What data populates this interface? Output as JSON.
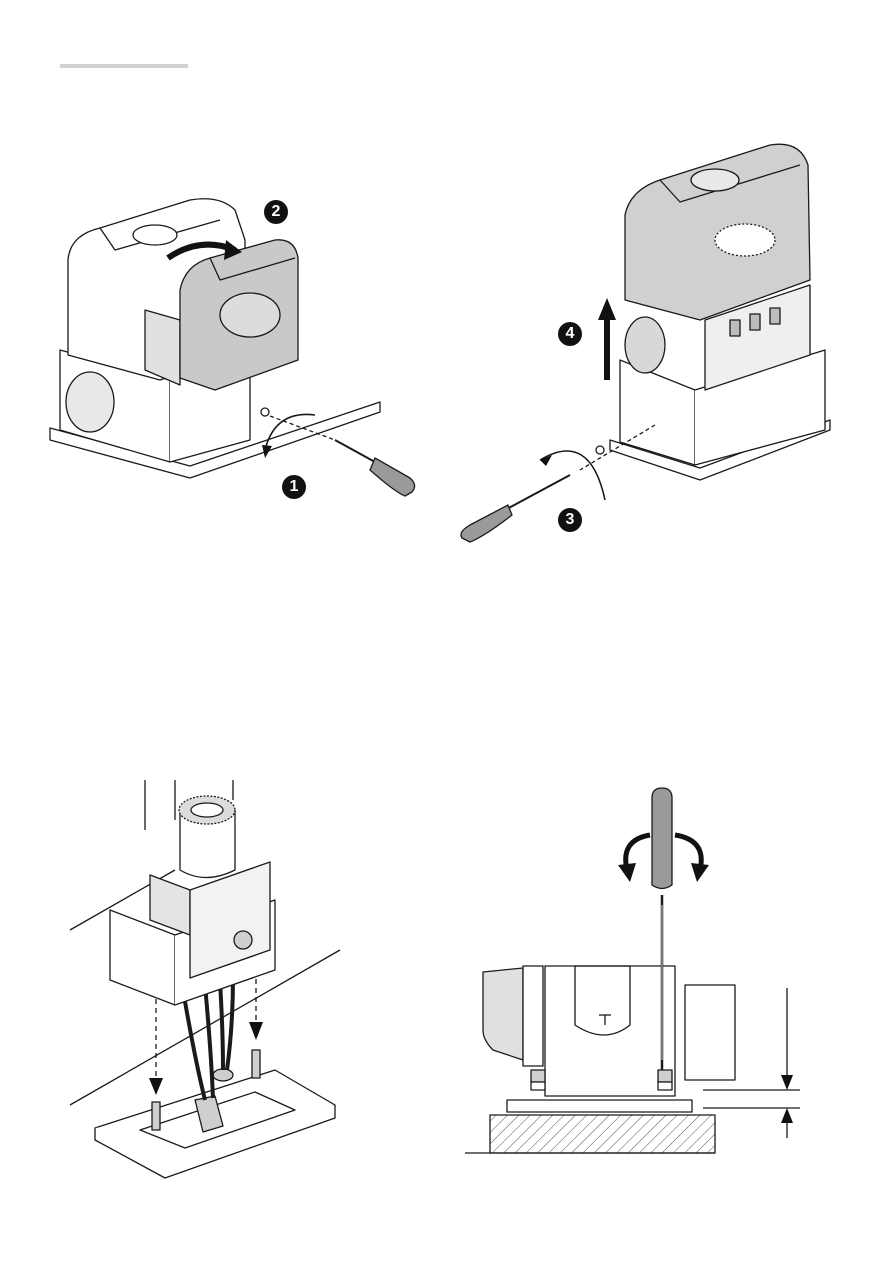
{
  "steps": {
    "step1": "1",
    "step2": "2",
    "step3": "3",
    "step4": "4"
  },
  "colors": {
    "line": "#1a1a1a",
    "cover_light": "#f4f4f4",
    "cover_shade": "#bdbdbd",
    "badge": "#111111",
    "rule": "#d2d2d2"
  },
  "icons": [
    "screwdriver-icon",
    "curved-arrow-icon",
    "up-arrow-icon",
    "dimension-arrow-icon"
  ]
}
